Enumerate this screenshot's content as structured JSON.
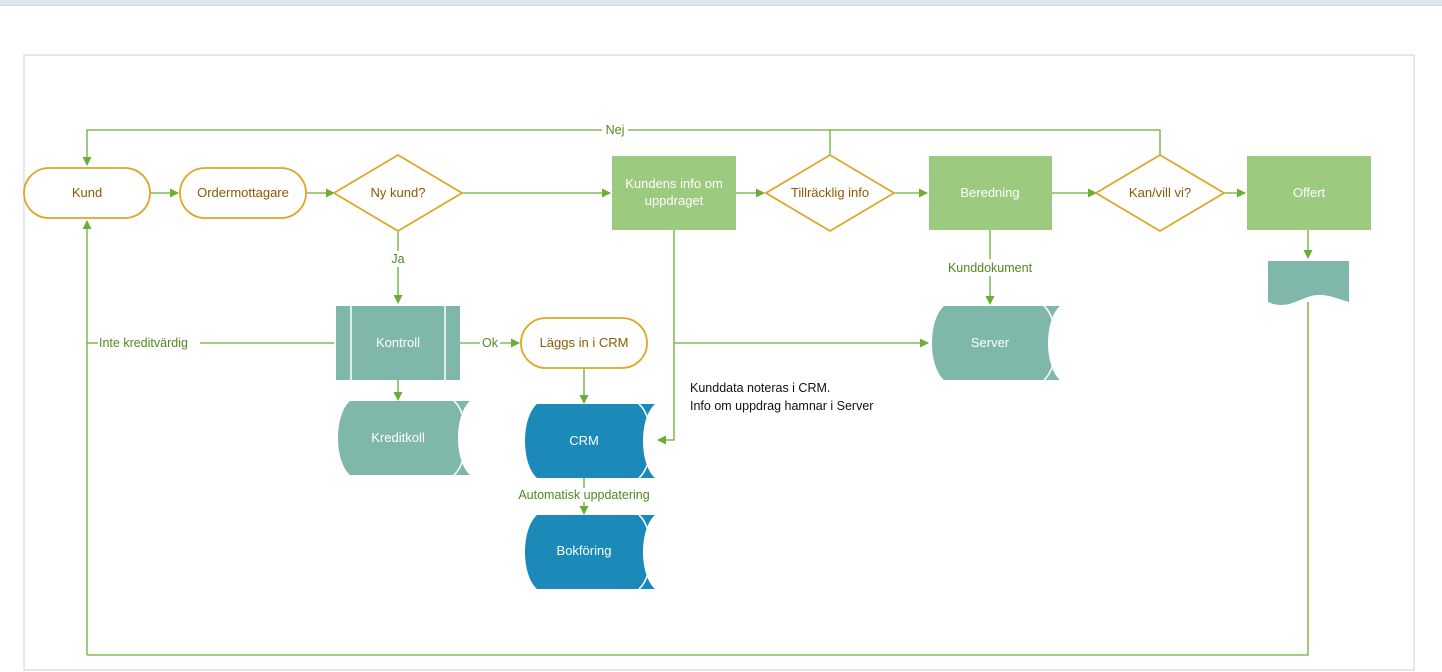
{
  "nodes": {
    "kund": "Kund",
    "ordermottagare": "Ordermottagare",
    "ny_kund": "Ny kund?",
    "kundens_info": [
      "Kundens info om",
      "uppdraget"
    ],
    "tillracklig_info": "Tillräcklig info",
    "beredning": "Beredning",
    "kan_vill": "Kan/vill vi?",
    "offert": "Offert",
    "kontroll": "Kontroll",
    "laggs_in_crm": "Läggs in i CRM",
    "server": "Server",
    "kreditkoll": "Kreditkoll",
    "crm": "CRM",
    "bokforing": "Bokföring"
  },
  "edge_labels": {
    "nej": "Nej",
    "ja": "Ja",
    "inte_kreditvardig": "Inte kreditvärdig",
    "ok": "Ok",
    "kunddokument": "Kunddokument",
    "automatisk_uppdatering": "Automatisk uppdatering"
  },
  "note": {
    "line1": "Kunddata noteras i CRM.",
    "line2": "Info om uppdrag hamnar i Server"
  },
  "colors": {
    "terminator_stroke": "#e0a526",
    "terminator_text": "#8a5a00",
    "process_fill": "#9ccb7f",
    "database_fill": "#7fb8aa",
    "crm_fill": "#1b8ab8",
    "arrow": "#6aae35",
    "frame": "#c8d0d0",
    "node_text_light": "#ffffff"
  }
}
